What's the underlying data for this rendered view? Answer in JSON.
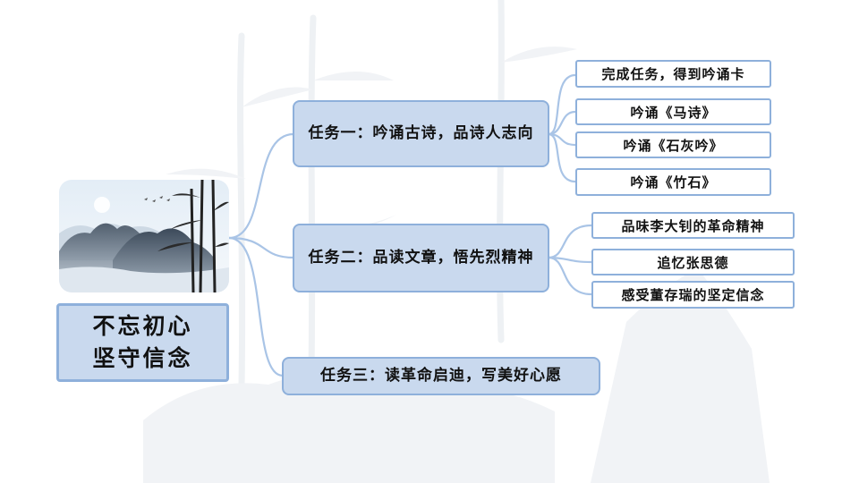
{
  "root": {
    "title_line1": "不忘初心",
    "title_line2": "坚守信念"
  },
  "tasks": [
    {
      "label": "任务一：吟诵古诗，品诗人志向",
      "children": [
        "完成任务，得到吟诵卡",
        "吟诵《马诗》",
        "吟诵《石灰吟》",
        "吟诵《竹石》"
      ]
    },
    {
      "label": "任务二：品读文章，悟先烈精神",
      "children": [
        "品味李大钊的革命精神",
        "追忆张思德",
        "感受董存瑞的坚定信念"
      ]
    },
    {
      "label": "任务三：读革命启迪，写美好心愿",
      "children": []
    }
  ],
  "colors": {
    "box_fill": "#c9d9ee",
    "box_border": "#8eb0db",
    "connector": "#a9c4e6"
  },
  "icons": [
    "ink-landscape-image",
    "bamboo-watermark"
  ]
}
